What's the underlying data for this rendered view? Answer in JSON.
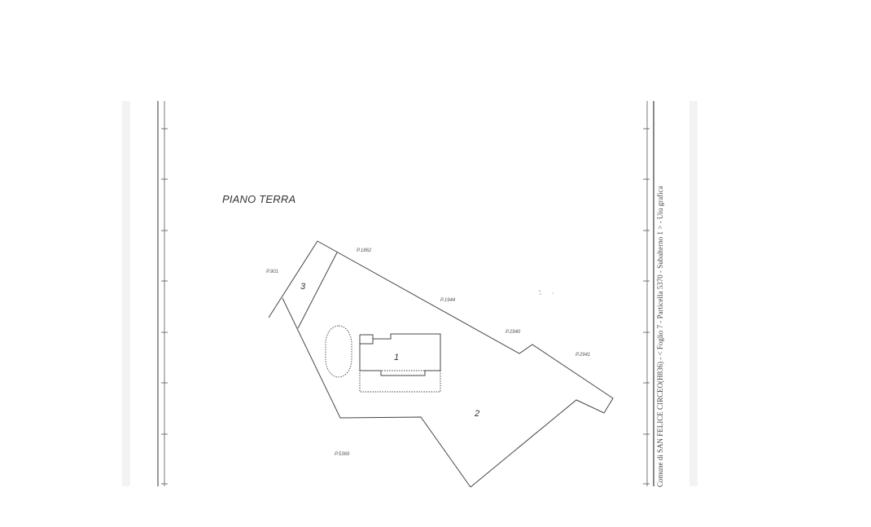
{
  "document": {
    "title": "PIANO TERRA",
    "side_caption": "Comune di SAN FELICE CIRCEO(H836) - < Foglio 7 - Particella 5370 - Subalterno 1 > - Uiu grafica"
  },
  "parcels": [
    {
      "id": "p901",
      "label": "P.901"
    },
    {
      "id": "p1862",
      "label": "P.1862"
    },
    {
      "id": "p1944",
      "label": "P.1944"
    },
    {
      "id": "p2940",
      "label": "P.2940"
    },
    {
      "id": "p2941",
      "label": "P.2941"
    },
    {
      "id": "p5369",
      "label": "P.5369"
    }
  ],
  "units": [
    {
      "id": "unit1",
      "label": "1"
    },
    {
      "id": "unit2",
      "label": "2"
    },
    {
      "id": "unit3",
      "label": "3"
    }
  ],
  "colors": {
    "line": "#444444",
    "border": "#555555",
    "background": "#ffffff"
  }
}
